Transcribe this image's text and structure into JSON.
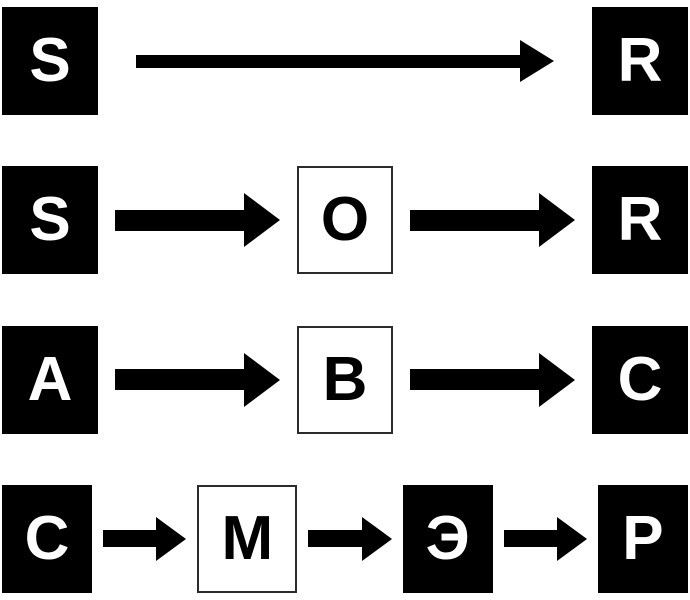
{
  "colors": {
    "box_fill_black": "#000000",
    "box_text_on_black": "#ffffff",
    "box_fill_white": "#ffffff",
    "box_text_on_white": "#000000",
    "arrow": "#000000",
    "background": "#ffffff"
  },
  "diagram": {
    "row1": {
      "left": "S",
      "right": "R"
    },
    "row2": {
      "left": "S",
      "middle": "O",
      "right": "R"
    },
    "row3": {
      "left": "A",
      "middle": "B",
      "right": "C"
    },
    "row4": {
      "first": "С",
      "second": "М",
      "third": "Э",
      "fourth": "Р"
    }
  }
}
